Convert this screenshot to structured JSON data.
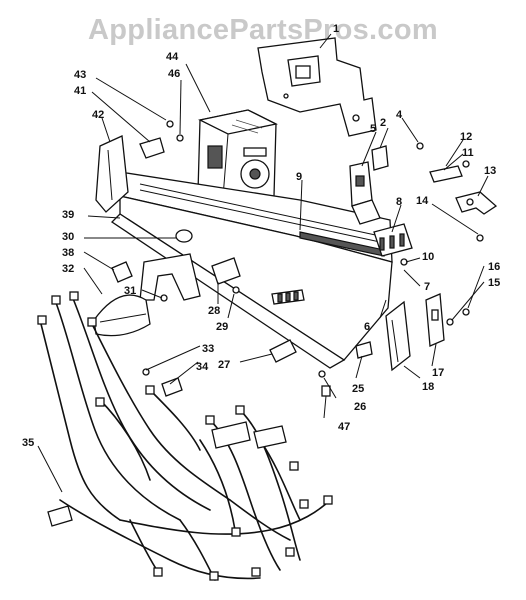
{
  "watermark": "AppliancePartsPros.com",
  "callouts": {
    "c1": "1",
    "c2": "2",
    "c4": "4",
    "c5": "5",
    "c6": "6",
    "c7": "7",
    "c8": "8",
    "c9": "9",
    "c10": "10",
    "c11": "11",
    "c12": "12",
    "c13": "13",
    "c14": "14",
    "c15": "15",
    "c16": "16",
    "c17": "17",
    "c18": "18",
    "c25": "25",
    "c26": "26",
    "c27": "27",
    "c28": "28",
    "c29": "29",
    "c30": "30",
    "c31": "31",
    "c32": "32",
    "c33": "33",
    "c34": "34",
    "c35": "35",
    "c38": "38",
    "c39": "39",
    "c41": "41",
    "c42": "42",
    "c43": "43",
    "c44": "44",
    "c46": "46",
    "c47": "47"
  }
}
